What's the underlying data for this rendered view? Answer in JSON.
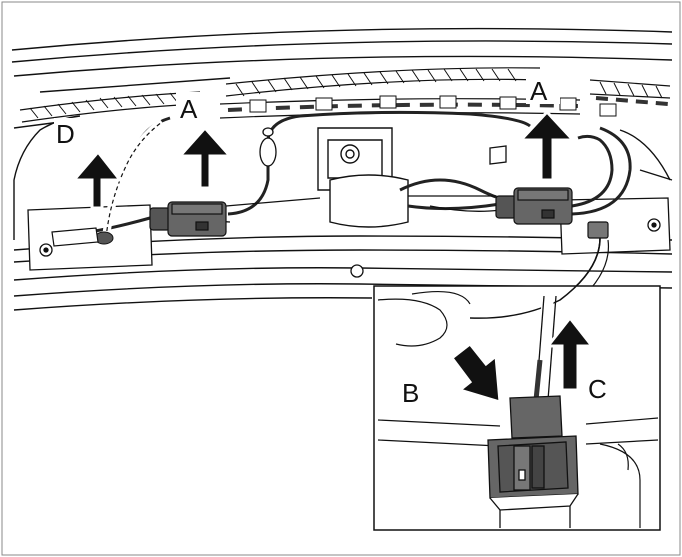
{
  "figure": {
    "callouts": {
      "a_left": "A",
      "a_right": "A",
      "b": "B",
      "c": "C",
      "d": "D"
    },
    "colors": {
      "line": "#111111",
      "wire_dark": "#222222",
      "connector": "#555555",
      "connector_dark": "#333333",
      "background": "#ffffff"
    }
  }
}
